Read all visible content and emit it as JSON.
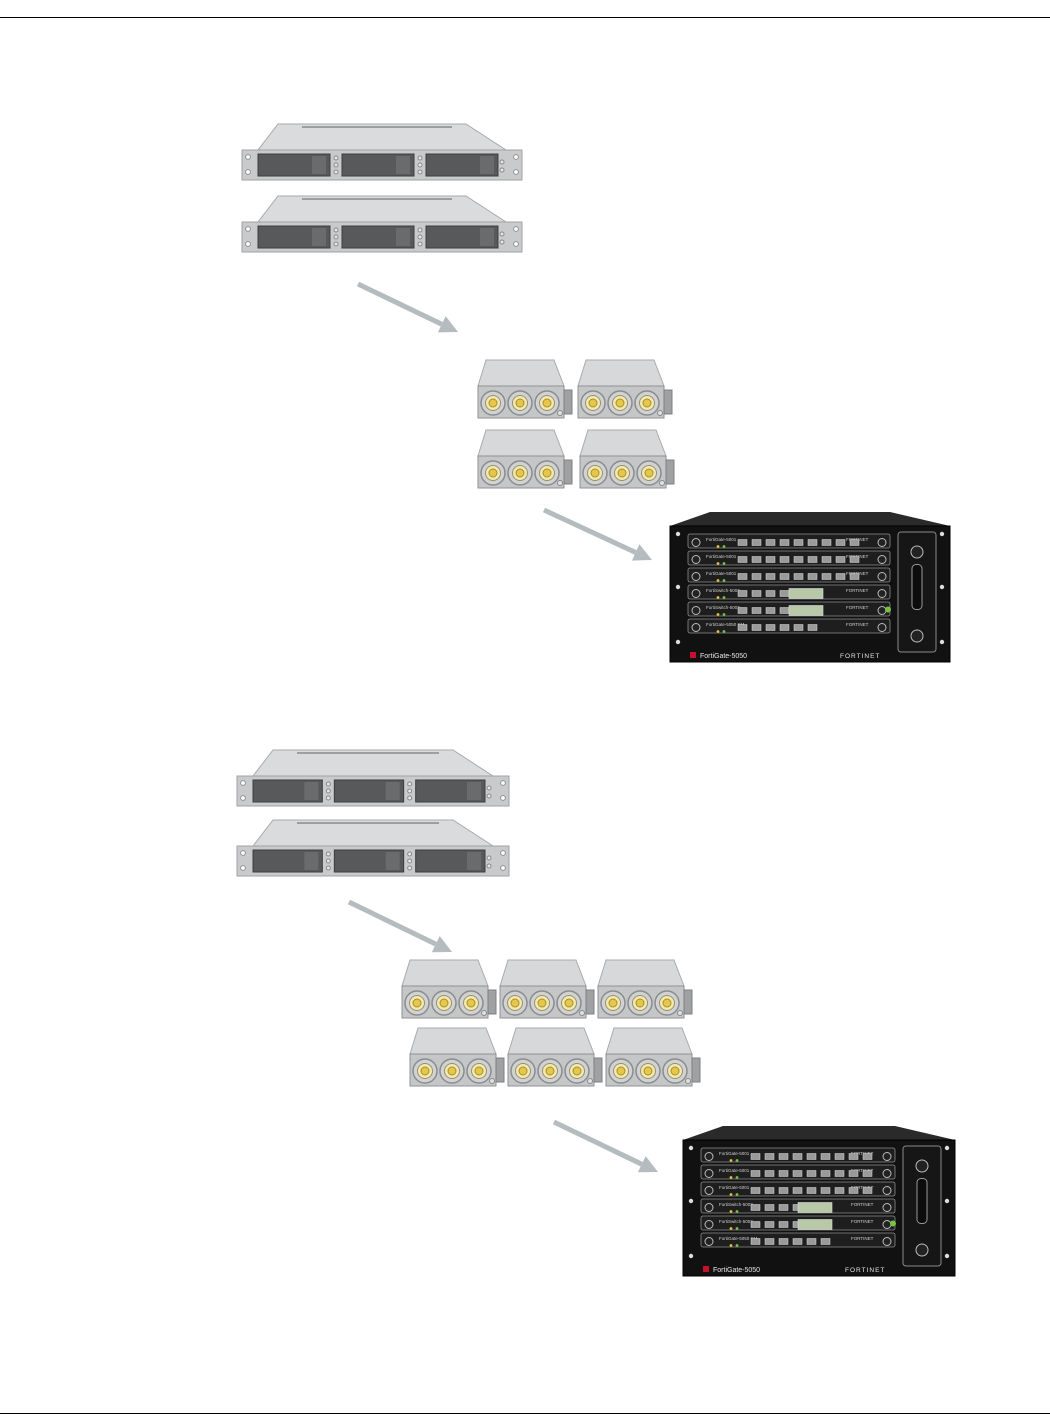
{
  "diagram": {
    "colors": {
      "chassis_body": "#c9cacb",
      "chassis_top": "#dadbdc",
      "chassis_bay": "#58595b",
      "arrow": "#b4bcc0",
      "psu_body": "#c4c6c8",
      "fan_ring": "#8a8c8e",
      "fan_hub": "#e6c74a",
      "rack_black": "#111111",
      "brand_red": "#c8102e"
    },
    "sections": [
      {
        "name": "configuration-1",
        "servers": 2,
        "power_supplies": 4,
        "blade_chassis": {
          "model_label": "FortiGate-5050",
          "brand_label": "FORTINET",
          "slot_labels": [
            "FortiGate-5001",
            "FortiGate-5001",
            "FortiGate-5001",
            "FortiSwitch-5003",
            "FortiSwitch-5003",
            "FortiGate-5050 SM"
          ]
        }
      },
      {
        "name": "configuration-2",
        "servers": 2,
        "power_supplies": 6,
        "blade_chassis": {
          "model_label": "FortiGate-5050",
          "brand_label": "FORTINET",
          "slot_labels": [
            "FortiGate-5001",
            "FortiGate-5001",
            "FortiGate-5001",
            "FortiSwitch-5003",
            "FortiSwitch-5003",
            "FortiGate-5050 SM"
          ]
        }
      }
    ]
  }
}
